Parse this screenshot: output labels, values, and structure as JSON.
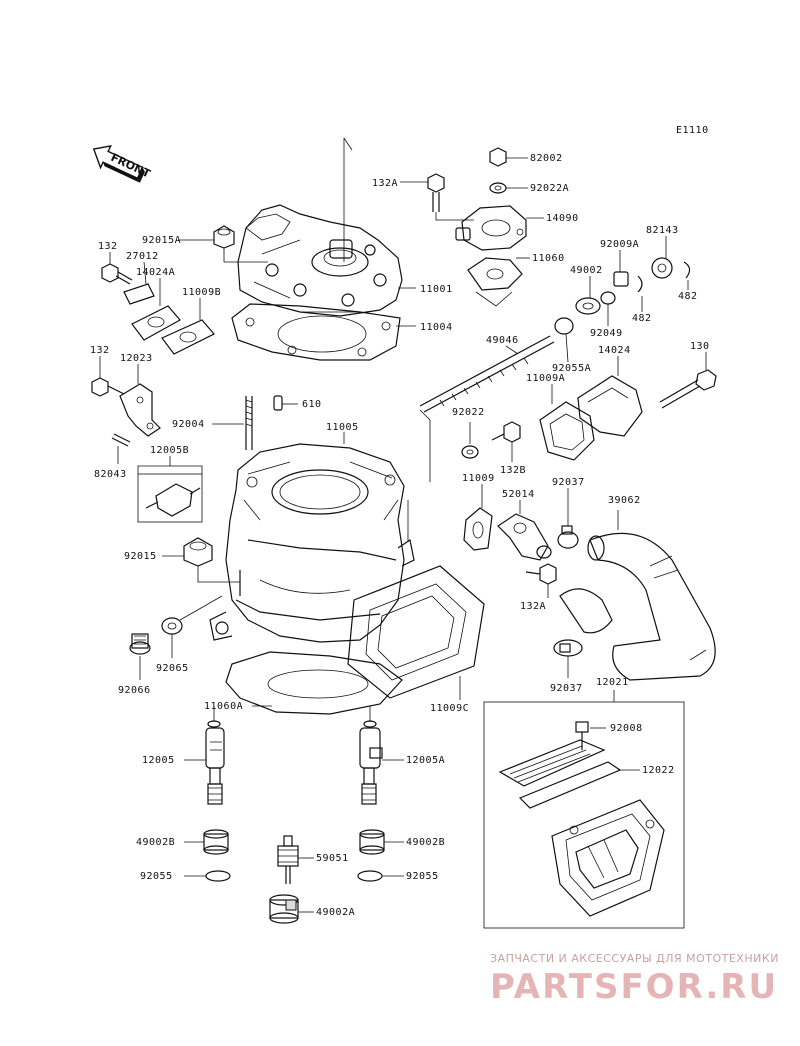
{
  "diagram_code": "E1110",
  "front_label": "FRONT",
  "watermark": {
    "line": "ЗАПЧАСТИ И АКСЕССУАРЫ ДЛЯ МОТОТЕХНИКИ",
    "logo": "PARTSFOR.RU"
  },
  "labels": {
    "l82002": "82002",
    "l132A_top": "132A",
    "l92022A": "92022A",
    "l14090": "14090",
    "l11060": "11060",
    "l92015A": "92015A",
    "l132_left": "132",
    "l27012": "27012",
    "l14024A": "14024A",
    "l11009B": "11009B",
    "l11001": "11001",
    "l11004": "11004",
    "l82143": "82143",
    "l92009A": "92009A",
    "l49002": "49002",
    "l482_a": "482",
    "l482_b": "482",
    "l92049": "92049",
    "l92055A": "92055A",
    "l49046": "49046",
    "l14024": "14024",
    "l11009A": "11009A",
    "l130": "130",
    "l132_mid": "132",
    "l12023": "12023",
    "l92004": "92004",
    "l610": "610",
    "l11005": "11005",
    "l92022": "92022",
    "l132B": "132B",
    "l82043": "82043",
    "l12005B": "12005B",
    "l11009": "11009",
    "l52014": "52014",
    "l92037_top": "92037",
    "l39062": "39062",
    "l92015": "92015",
    "l132A_mid": "132A",
    "l92065": "92065",
    "l92066": "92066",
    "l92037_bot": "92037",
    "l12021": "12021",
    "l11060A": "11060A",
    "l11009C": "11009C",
    "l92008": "92008",
    "l12005": "12005",
    "l12005A": "12005A",
    "l12022": "12022",
    "l49002B_a": "49002B",
    "l49002B_b": "49002B",
    "l59051": "59051",
    "l92055_a": "92055",
    "l92055_b": "92055",
    "l49002A": "49002A"
  }
}
